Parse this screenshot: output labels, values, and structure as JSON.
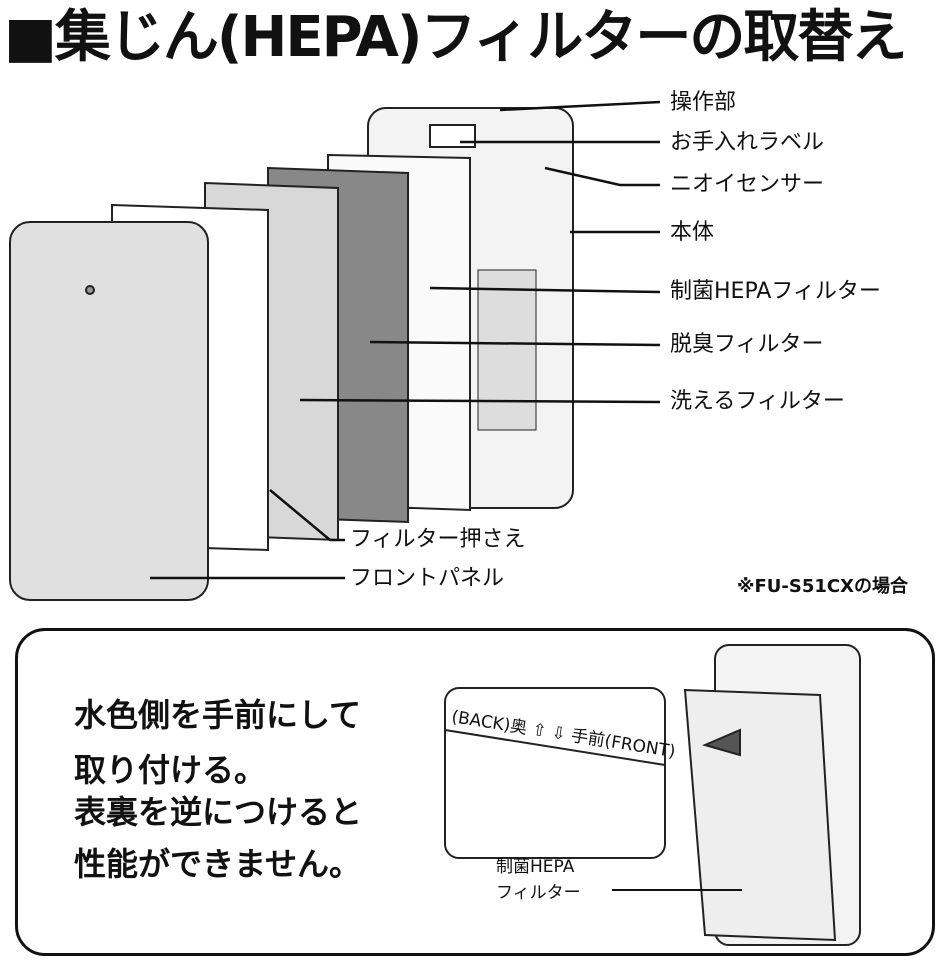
{
  "title": "■集じん(HEPA)フィルターの取替え",
  "labels": {
    "control": "操作部",
    "care_label": "お手入れラベル",
    "odor_sensor": "ニオイセンサー",
    "body": "本体",
    "hepa": "制菌HEPAフィルター",
    "deodorizing": "脱臭フィルター",
    "washable": "洗えるフィルター",
    "holder": "フィルター押さえ",
    "front_panel": "フロントパネル"
  },
  "note": "※FU-S51CXの場合",
  "instructions": [
    "水色側を手前にして",
    "取り付ける。",
    "表裏を逆につけると",
    "性能ができません。"
  ],
  "callout": {
    "back": "(BACK)奥",
    "front": "手前(FRONT)"
  },
  "bottom_label": [
    "制菌HEPA",
    "フィルター"
  ]
}
